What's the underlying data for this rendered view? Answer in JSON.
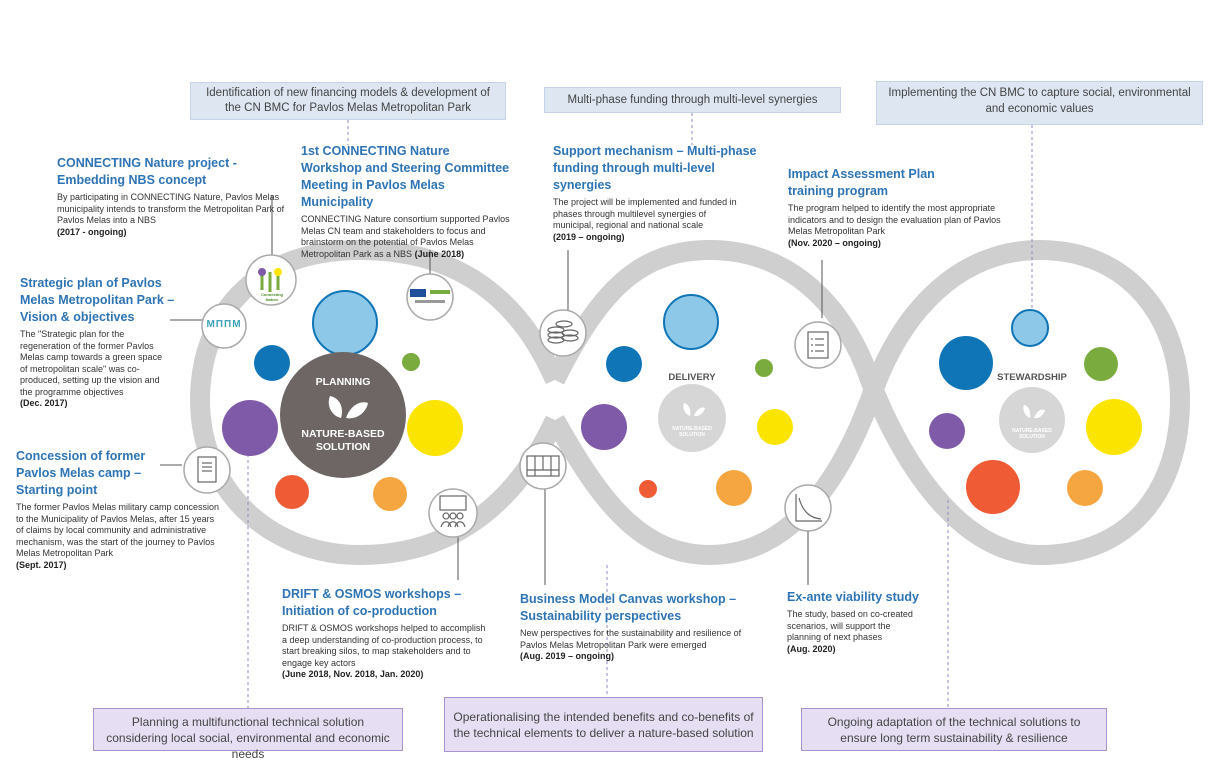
{
  "top_boxes": [
    "Identification of new financing models & development of the CN BMC for Pavlos Melas Metropolitan Park",
    "Multi-phase funding through multi-level synergies",
    "Implementing the CN BMC to capture social, environmental and economic values"
  ],
  "bottom_boxes": [
    "Planning a multifunctional technical solution considering local social, environmental and economic needs",
    "Operationalising the intended benefits and co-benefits of the technical elements to deliver a nature-based solution",
    "Ongoing adaptation of the technical solutions to ensure long term sustainability & resilience"
  ],
  "annotations": [
    {
      "title": "CONNECTING Nature project - Embedding NBS concept",
      "text": "By participating in CONNECTING Nature, Pavlos Melas municipality intends to transform the Metropolitan Park of Pavlos Melas into a NBS",
      "date": "(2017 - ongoing)"
    },
    {
      "title": "1st CONNECTING Nature Workshop and Steering Committee Meeting in Pavlos Melas Municipality",
      "text": "CONNECTING Nature consortium supported Pavlos Melas CN team and stakeholders to focus and brainstorm on the potential of Pavlos Melas Metropolitan Park as a NBS",
      "date": "(June 2018)"
    },
    {
      "title": "Support mechanism – Multi-phase funding through multi-level synergies",
      "text": "The project will be implemented and funded in phases through multilevel synergies of municipal, regional and national scale",
      "date": "(2019 – ongoing)"
    },
    {
      "title": "Impact Assessment Plan training program",
      "text": "The program helped to identify the most appropriate indicators and to design the evaluation plan of Pavlos Melas Metropolitan Park",
      "date": "(Nov. 2020 – ongoing)"
    },
    {
      "title": "Strategic plan of Pavlos Melas Metropolitan Park – Vision & objectives",
      "text": "The \"Strategic plan for the regeneration of the former Pavlos Melas camp towards a green space of metropolitan scale\" was co-produced, setting up the vision and the programme objectives",
      "date": "(Dec. 2017)"
    },
    {
      "title": "Concession of former Pavlos Melas camp – Starting point",
      "text": "The former Pavlos Melas military camp concession to the Municipality of Pavlos Melas, after 15 years of claims by local community and administrative mechanism, was the start of the journey to Pavlos Melas Metropolitan Park",
      "date": "(Sept. 2017)"
    },
    {
      "title": "DRIFT & OSMOS workshops – Initiation of co-production",
      "text": "DRIFT & OSMOS workshops helped to accomplish a deep understanding of co-production process, to start breaking silos, to map stakeholders and to engage key actors",
      "date": "(June 2018, Nov. 2018, Jan. 2020)"
    },
    {
      "title": "Business Model Canvas workshop – Sustainability perspectives",
      "text": "New perspectives for the sustainability and resilience of Pavlos Melas Metropolitan Park were emerged",
      "date": "(Aug. 2019 – ongoing)"
    },
    {
      "title": "Ex-ante viability study",
      "text": "The study, based on co-created scenarios, will support the planning of next phases",
      "date": "(Aug. 2020)"
    }
  ],
  "phases": {
    "planning": "PLANNING",
    "nbs": "NATURE-BASED SOLUTION",
    "delivery": "DELIVERY",
    "stewardship": "STEWARDSHIP",
    "nbs_small": "NATURE-BASED SOLUTION"
  },
  "logos": {
    "mpim": "ΜΠΠΜ",
    "cn": "Connecting Nature"
  },
  "colors": {
    "light_blue": "#8ec8e8",
    "dark_blue": "#0f75b7",
    "purple": "#7f5aa8",
    "yellow": "#fbe400",
    "orange": "#f5a640",
    "red_orange": "#ef5b34",
    "green": "#7aab3e",
    "grey": "#6d6665",
    "loop": "#cfcfcf"
  }
}
